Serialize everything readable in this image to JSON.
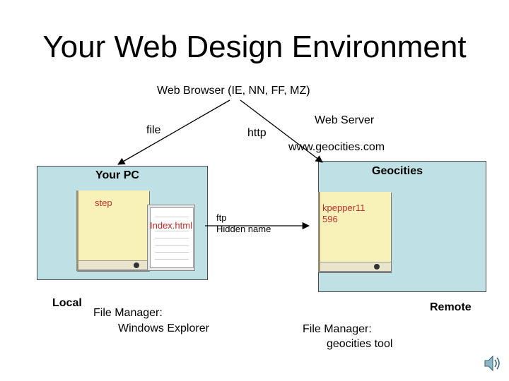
{
  "title": "Your Web Design Environment",
  "browser": {
    "label": "Web Browser (IE, NN, FF, MZ)"
  },
  "arrows": {
    "file": "file",
    "http": "http"
  },
  "server": {
    "label": "Web Server",
    "url": "www.geocities.com"
  },
  "local": {
    "box_label": "Your PC",
    "window_label": "step",
    "file_label": "Index.html",
    "side_label": "Local",
    "manager_line1": "File Manager:",
    "manager_line2": "Windows Explorer"
  },
  "transfer": {
    "protocol": "ftp",
    "note": "Hidden name"
  },
  "remote": {
    "box_label": "Geocities",
    "window_line1": "kpepper11",
    "window_line2": "596",
    "side_label": "Remote",
    "manager_line1": "File Manager:",
    "manager_line2": "geocities tool"
  },
  "colors": {
    "box_fill": "#bfe0e4",
    "window_fill": "#f8f2b8",
    "window_text": "#c0302a"
  },
  "icons": {
    "corner": "speaker-icon",
    "document": "document-icon"
  }
}
